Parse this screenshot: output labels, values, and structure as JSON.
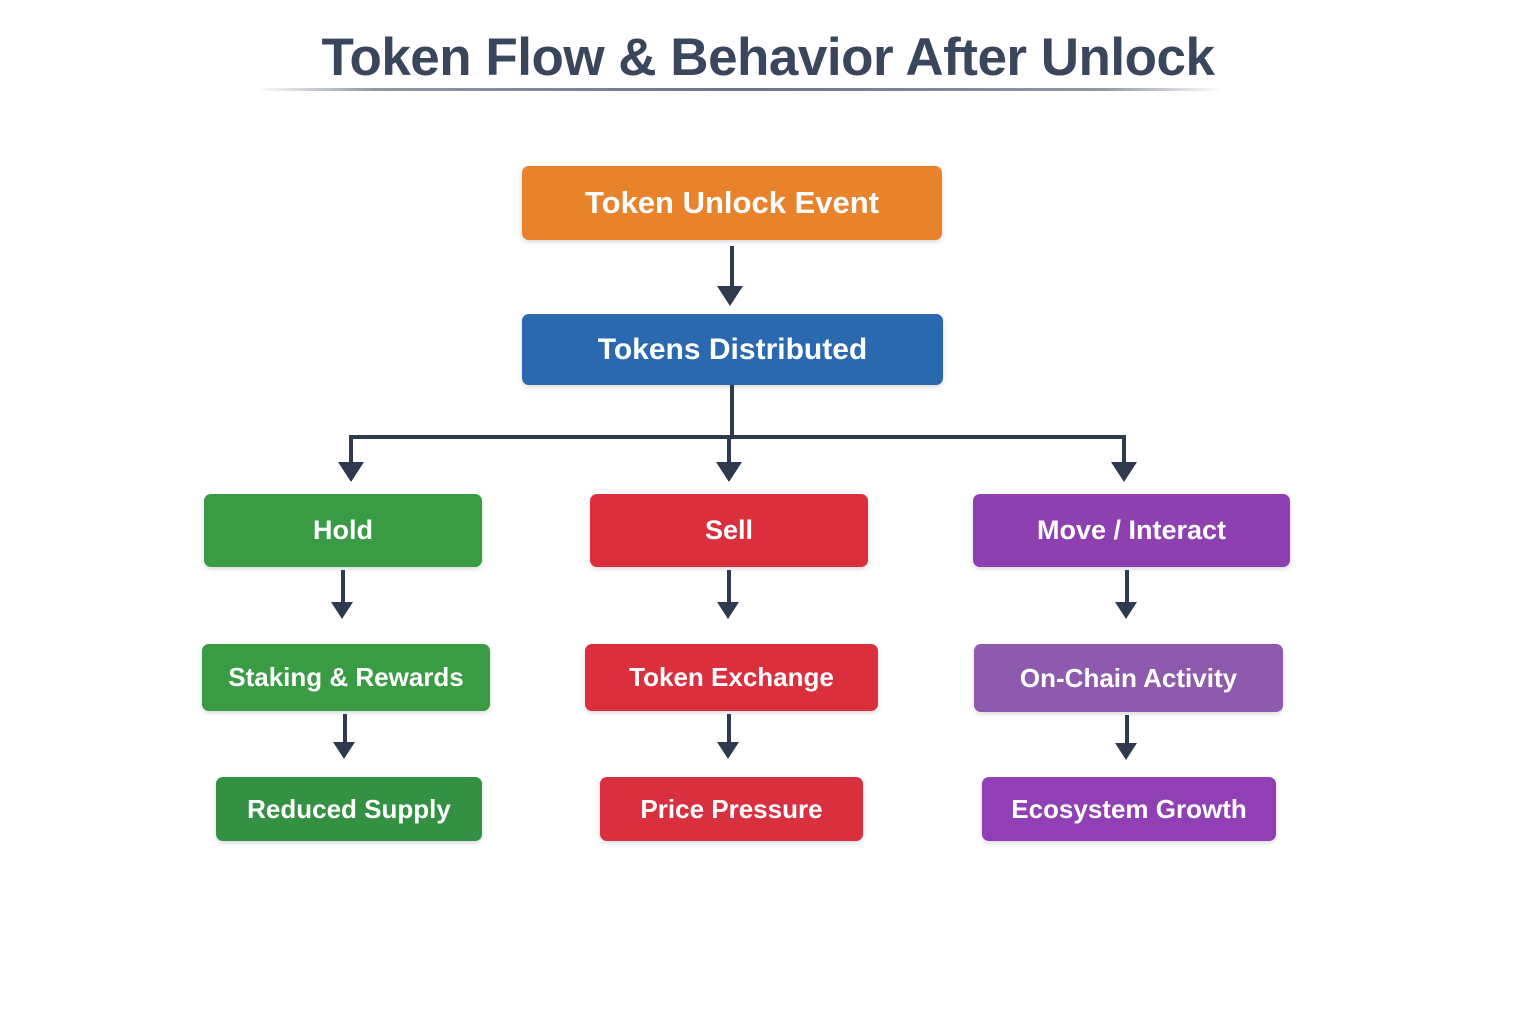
{
  "title": "Token Flow & Behavior After Unlock",
  "palette": {
    "title_color": "#39465c",
    "connector_color": "#2f3a4e",
    "background": "#ffffff",
    "orange": "#e8822b",
    "blue": "#2a68b0",
    "green": "#3a9b45",
    "red": "#dc2f3e",
    "purple": "#8e3fb0",
    "purple_light": "#8e5aae",
    "green_dark": "#349043",
    "red_branch": "#d8303f",
    "purple_branch": "#9040b4"
  },
  "chart_data": {
    "type": "diagram",
    "subtype": "flowchart",
    "title": "Token Flow & Behavior After Unlock",
    "orientation": "top-down",
    "nodes": [
      {
        "id": "unlock",
        "label": "Token Unlock Event",
        "level": 1,
        "color": "#e8822b"
      },
      {
        "id": "dist",
        "label": "Tokens Distributed",
        "level": 2,
        "color": "#2a68b0"
      },
      {
        "id": "hold",
        "label": "Hold",
        "level": 3,
        "color": "#3a9b45",
        "branch": "hold"
      },
      {
        "id": "sell",
        "label": "Sell",
        "level": 3,
        "color": "#dc2f3e",
        "branch": "sell"
      },
      {
        "id": "move",
        "label": "Move / Interact",
        "level": 3,
        "color": "#8e3fb0",
        "branch": "move"
      },
      {
        "id": "staking",
        "label": "Staking & Rewards",
        "level": 4,
        "color": "#3a9b45",
        "branch": "hold"
      },
      {
        "id": "exchange",
        "label": "Token Exchange",
        "level": 4,
        "color": "#dc2f3e",
        "branch": "sell"
      },
      {
        "id": "onchain",
        "label": "On-Chain Activity",
        "level": 4,
        "color": "#8e5aae",
        "branch": "move"
      },
      {
        "id": "supply",
        "label": "Reduced Supply",
        "level": 5,
        "color": "#349043",
        "branch": "hold"
      },
      {
        "id": "pressure",
        "label": "Price Pressure",
        "level": 5,
        "color": "#d8303f",
        "branch": "sell"
      },
      {
        "id": "ecosystem",
        "label": "Ecosystem Growth",
        "level": 5,
        "color": "#9040b4",
        "branch": "move"
      }
    ],
    "edges": [
      {
        "from": "unlock",
        "to": "dist",
        "style": "arrow"
      },
      {
        "from": "dist",
        "to": "hold",
        "style": "branch-arrow"
      },
      {
        "from": "dist",
        "to": "sell",
        "style": "branch-arrow"
      },
      {
        "from": "dist",
        "to": "move",
        "style": "branch-arrow"
      },
      {
        "from": "hold",
        "to": "staking",
        "style": "arrow"
      },
      {
        "from": "sell",
        "to": "exchange",
        "style": "arrow"
      },
      {
        "from": "move",
        "to": "onchain",
        "style": "arrow"
      },
      {
        "from": "staking",
        "to": "supply",
        "style": "arrow"
      },
      {
        "from": "exchange",
        "to": "pressure",
        "style": "arrow"
      },
      {
        "from": "onchain",
        "to": "ecosystem",
        "style": "arrow"
      }
    ]
  },
  "nodes": {
    "unlock": {
      "label": "Token Unlock Event"
    },
    "dist": {
      "label": "Tokens Distributed"
    },
    "hold": {
      "label": "Hold"
    },
    "sell": {
      "label": "Sell"
    },
    "move": {
      "label": "Move / Interact"
    },
    "staking": {
      "label": "Staking & Rewards"
    },
    "exchange": {
      "label": "Token Exchange"
    },
    "onchain": {
      "label": "On-Chain Activity"
    },
    "supply": {
      "label": "Reduced Supply"
    },
    "pressure": {
      "label": "Price Pressure"
    },
    "ecosystem": {
      "label": "Ecosystem Growth"
    }
  }
}
